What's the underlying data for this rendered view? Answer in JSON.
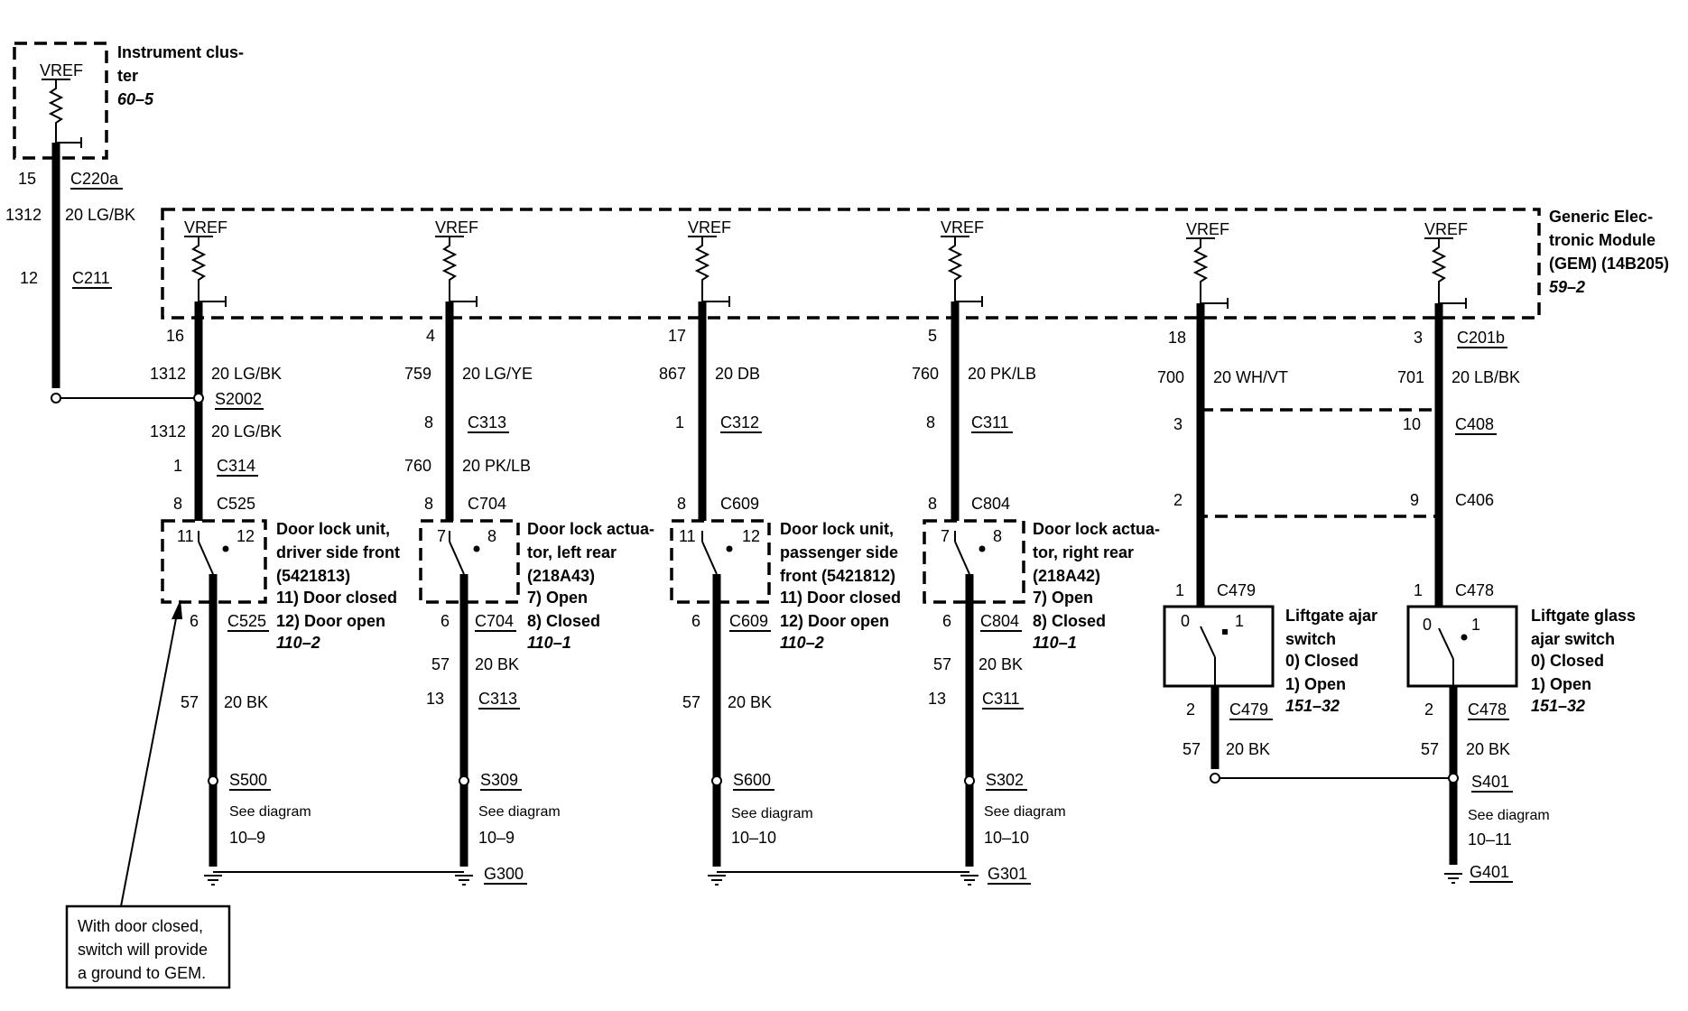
{
  "instrument_cluster": {
    "vref": "VREF",
    "title_line1": "Instrument clus-",
    "title_line2": "ter",
    "ref": "60–5",
    "pin": "15",
    "connector": "C220a",
    "circuit": "1312",
    "wire": "20 LG/BK",
    "c211_pin": "12",
    "c211": "C211"
  },
  "gem": {
    "title_line1": "Generic Elec-",
    "title_line2": "tronic Module",
    "title_line3": "(GEM) (14B205)",
    "ref": "59–2",
    "connector": "C201b"
  },
  "branches": [
    {
      "vref": "VREF",
      "gem_pin": "16",
      "circuit": "1312",
      "wire": "20 LG/BK",
      "splice": "S2002",
      "circuit2": "1312",
      "wire2": "20 LG/BK",
      "c_a_pin": "1",
      "c_a": "C314",
      "c_b_pin": "8",
      "c_b": "C525",
      "pin_left": "11",
      "pin_right": "12",
      "name_line1": "Door lock unit,",
      "name_line2": "driver side front",
      "name_line3": "(5421813)",
      "state_a": "11) Door closed",
      "state_b": "12) Door open",
      "ref": "110–2",
      "out_pin": "6",
      "out_conn": "C525",
      "gnd_circuit": "57",
      "gnd_wire": "20 BK",
      "gnd_splice": "S500",
      "see": "See diagram",
      "see_ref": "10–9",
      "ground": ""
    },
    {
      "vref": "VREF",
      "gem_pin": "4",
      "circuit": "759",
      "wire": "20 LG/YE",
      "c_a_pin": "8",
      "c_a": "C313",
      "circuit2": "760",
      "wire2": "20 PK/LB",
      "c_b_pin": "8",
      "c_b": "C704",
      "pin_left": "7",
      "pin_right": "8",
      "name_line1": "Door lock actua-",
      "name_line2": "tor, left rear",
      "name_line3": "(218A43)",
      "state_a": "7)   Open",
      "state_b": "8)   Closed",
      "ref": "110–1",
      "out_pin": "6",
      "out_conn": "C704",
      "mid_circuit": "57",
      "mid_wire": "20 BK",
      "mid_pin": "13",
      "mid_conn": "C313",
      "gnd_splice": "S309",
      "see": "See diagram",
      "see_ref": "10–9",
      "ground": "G300"
    },
    {
      "vref": "VREF",
      "gem_pin": "17",
      "circuit": "867",
      "wire": "20 DB",
      "c_a_pin": "1",
      "c_a": "C312",
      "c_b_pin": "8",
      "c_b": "C609",
      "pin_left": "11",
      "pin_right": "12",
      "name_line1": "Door lock unit,",
      "name_line2": "passenger side",
      "name_line3": "front (5421812)",
      "state_a": "11) Door closed",
      "state_b": "12) Door open",
      "ref": "110–2",
      "out_pin": "6",
      "out_conn": "C609",
      "gnd_circuit": "57",
      "gnd_wire": "20 BK",
      "gnd_splice": "S600",
      "see": "See diagram",
      "see_ref": "10–10",
      "ground": ""
    },
    {
      "vref": "VREF",
      "gem_pin": "5",
      "circuit": "760",
      "wire": "20 PK/LB",
      "c_a_pin": "8",
      "c_a": "C311",
      "c_b_pin": "8",
      "c_b": "C804",
      "pin_left": "7",
      "pin_right": "8",
      "name_line1": "Door lock actua-",
      "name_line2": "tor, right rear",
      "name_line3": "(218A42)",
      "state_a": "7)   Open",
      "state_b": "8)   Closed",
      "ref": "110–1",
      "out_pin": "6",
      "out_conn": "C804",
      "mid_circuit": "57",
      "mid_wire": "20 BK",
      "mid_pin": "13",
      "mid_conn": "C311",
      "gnd_splice": "S302",
      "see": "See diagram",
      "see_ref": "10–10",
      "ground": "G301"
    },
    {
      "vref": "VREF",
      "gem_pin": "18",
      "circuit": "700",
      "wire": "20 WH/VT",
      "c408_pin": "3",
      "c406_pin": "2",
      "in_pin": "1",
      "in_conn": "C479",
      "pin_left": "0",
      "pin_right": "1",
      "name_line1": "Liftgate ajar",
      "name_line2": "switch",
      "state_a": "0)   Closed",
      "state_b": "1)   Open",
      "ref": "151–32",
      "out_pin": "2",
      "out_conn": "C479",
      "gnd_circuit": "57",
      "gnd_wire": "20 BK"
    },
    {
      "vref": "VREF",
      "gem_pin": "3",
      "circuit": "701",
      "wire": "20 LB/BK",
      "c408_pin": "10",
      "c408": "C408",
      "c406_pin": "9",
      "c406": "C406",
      "in_pin": "1",
      "in_conn": "C478",
      "pin_left": "0",
      "pin_right": "1",
      "name_line1": "Liftgate glass",
      "name_line2": "ajar switch",
      "state_a": "0)   Closed",
      "state_b": "1)   Open",
      "ref": "151–32",
      "out_pin": "2",
      "out_conn": "C478",
      "gnd_circuit": "57",
      "gnd_wire": "20 BK",
      "gnd_splice": "S401",
      "see": "See diagram",
      "see_ref": "10–11",
      "ground": "G401"
    }
  ],
  "note": {
    "line1": "With door closed,",
    "line2": "switch will provide",
    "line3": "a ground to GEM."
  }
}
